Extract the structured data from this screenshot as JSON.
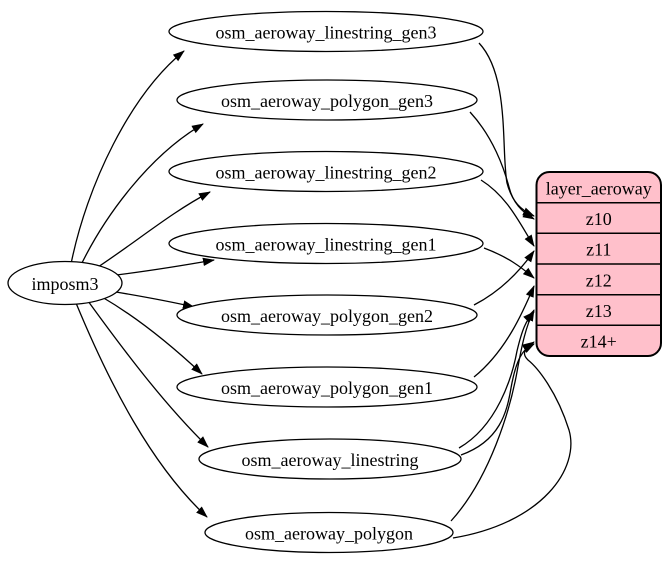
{
  "diagram": {
    "type": "etl-graph",
    "background": "#ffffff",
    "edge_color": "#000000",
    "source_node": {
      "label": "imposm3",
      "fill": "#ffffff"
    },
    "tables": [
      {
        "label": "osm_aeroway_linestring_gen3"
      },
      {
        "label": "osm_aeroway_polygon_gen3"
      },
      {
        "label": "osm_aeroway_linestring_gen2"
      },
      {
        "label": "osm_aeroway_linestring_gen1"
      },
      {
        "label": "osm_aeroway_polygon_gen2"
      },
      {
        "label": "osm_aeroway_polygon_gen1"
      },
      {
        "label": "osm_aeroway_linestring"
      },
      {
        "label": "osm_aeroway_polygon"
      }
    ],
    "layer_node": {
      "title": "layer_aeroway",
      "rows": [
        "z10",
        "z11",
        "z12",
        "z13",
        "z14+"
      ],
      "fill": "#ffc0cb",
      "stroke": "#000000"
    },
    "edges": [
      {
        "from": "imposm3",
        "to": "osm_aeroway_linestring_gen3"
      },
      {
        "from": "imposm3",
        "to": "osm_aeroway_polygon_gen3"
      },
      {
        "from": "imposm3",
        "to": "osm_aeroway_linestring_gen2"
      },
      {
        "from": "imposm3",
        "to": "osm_aeroway_linestring_gen1"
      },
      {
        "from": "imposm3",
        "to": "osm_aeroway_polygon_gen2"
      },
      {
        "from": "imposm3",
        "to": "osm_aeroway_polygon_gen1"
      },
      {
        "from": "imposm3",
        "to": "osm_aeroway_linestring"
      },
      {
        "from": "imposm3",
        "to": "osm_aeroway_polygon"
      },
      {
        "from": "osm_aeroway_linestring_gen3",
        "to": "layer_aeroway:z10"
      },
      {
        "from": "osm_aeroway_polygon_gen3",
        "to": "layer_aeroway:z10"
      },
      {
        "from": "osm_aeroway_linestring_gen2",
        "to": "layer_aeroway:z11"
      },
      {
        "from": "osm_aeroway_polygon_gen2",
        "to": "layer_aeroway:z11"
      },
      {
        "from": "osm_aeroway_linestring_gen1",
        "to": "layer_aeroway:z12"
      },
      {
        "from": "osm_aeroway_polygon_gen1",
        "to": "layer_aeroway:z12"
      },
      {
        "from": "osm_aeroway_linestring",
        "to": "layer_aeroway:z13"
      },
      {
        "from": "osm_aeroway_polygon",
        "to": "layer_aeroway:z13"
      },
      {
        "from": "osm_aeroway_linestring",
        "to": "layer_aeroway:z14+"
      },
      {
        "from": "osm_aeroway_polygon",
        "to": "layer_aeroway:z14+"
      }
    ]
  }
}
